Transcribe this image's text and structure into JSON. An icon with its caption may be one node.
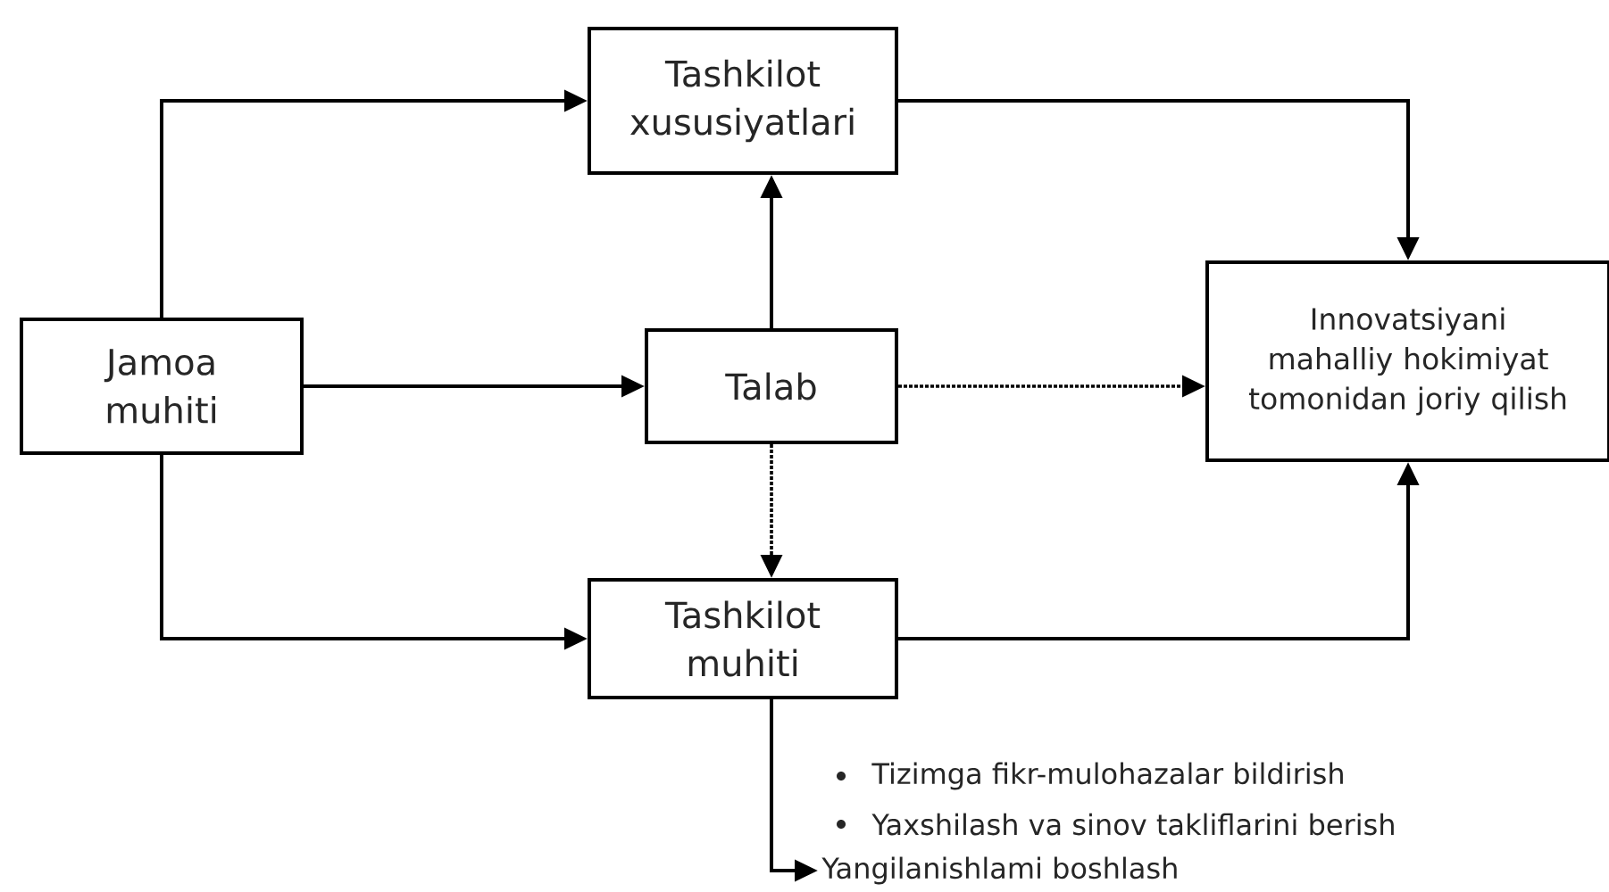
{
  "diagram": {
    "nodes": [
      {
        "text": [
          "Tashkilot xususiyatlari"
        ]
      },
      {
        "text": [
          "Jamoa muhiti"
        ]
      },
      {
        "text": [
          "Talab"
        ]
      },
      {
        "text": [
          "Innovatsiyani mahalliy hokimiyat tomonidan joriy qilish"
        ]
      },
      {
        "text": [
          "Tashkilot muhiti"
        ]
      },
      {
        "text": [
          "Yangilanishlami boshlash"
        ]
      }
    ],
    "edges": [
      {
        "from": 1,
        "to": 0,
        "arrow": "to"
      },
      {
        "from": 1,
        "to": 2,
        "arrow": "to"
      },
      {
        "from": 1,
        "to": 4,
        "arrow": "to"
      },
      {
        "from": 2,
        "to": 0,
        "arrow": "to"
      },
      {
        "from": 0,
        "to": 3,
        "arrow": "to"
      },
      {
        "from": 2,
        "to": 3,
        "arrow": "to",
        "style": "dashed"
      },
      {
        "from": 2,
        "to": 4,
        "arrow": "to",
        "style": "dashed"
      },
      {
        "from": 4,
        "to": 3,
        "arrow": "to"
      },
      {
        "from": 4,
        "to": 5,
        "arrow": "to"
      }
    ],
    "labels": [
      "Tizimga fikr-mulohazalar bildirish",
      "Yaxshilash va sinov takliflarini berish"
    ]
  }
}
